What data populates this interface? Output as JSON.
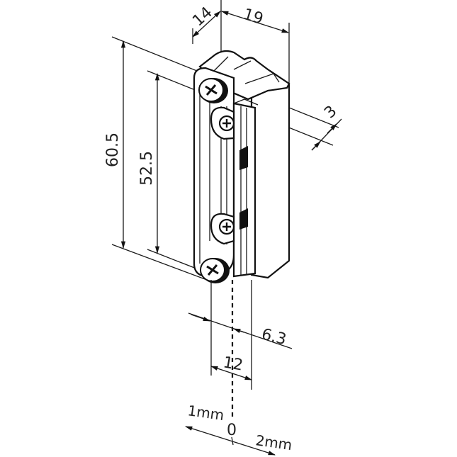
{
  "drawing": {
    "title": "Electric strike dimension drawing",
    "units": "mm",
    "dimensions": {
      "top_depth": "14",
      "top_width": "19",
      "overall_height": "60.5",
      "hole_spacing": "52.5",
      "latch_offset": "3",
      "faceplate_offset": "6.3",
      "faceplate_width": "12"
    },
    "adjustment_scale": {
      "left": "1mm",
      "center": "0",
      "right": "2mm"
    },
    "colors": {
      "line": "#111111",
      "background": "#ffffff"
    }
  }
}
